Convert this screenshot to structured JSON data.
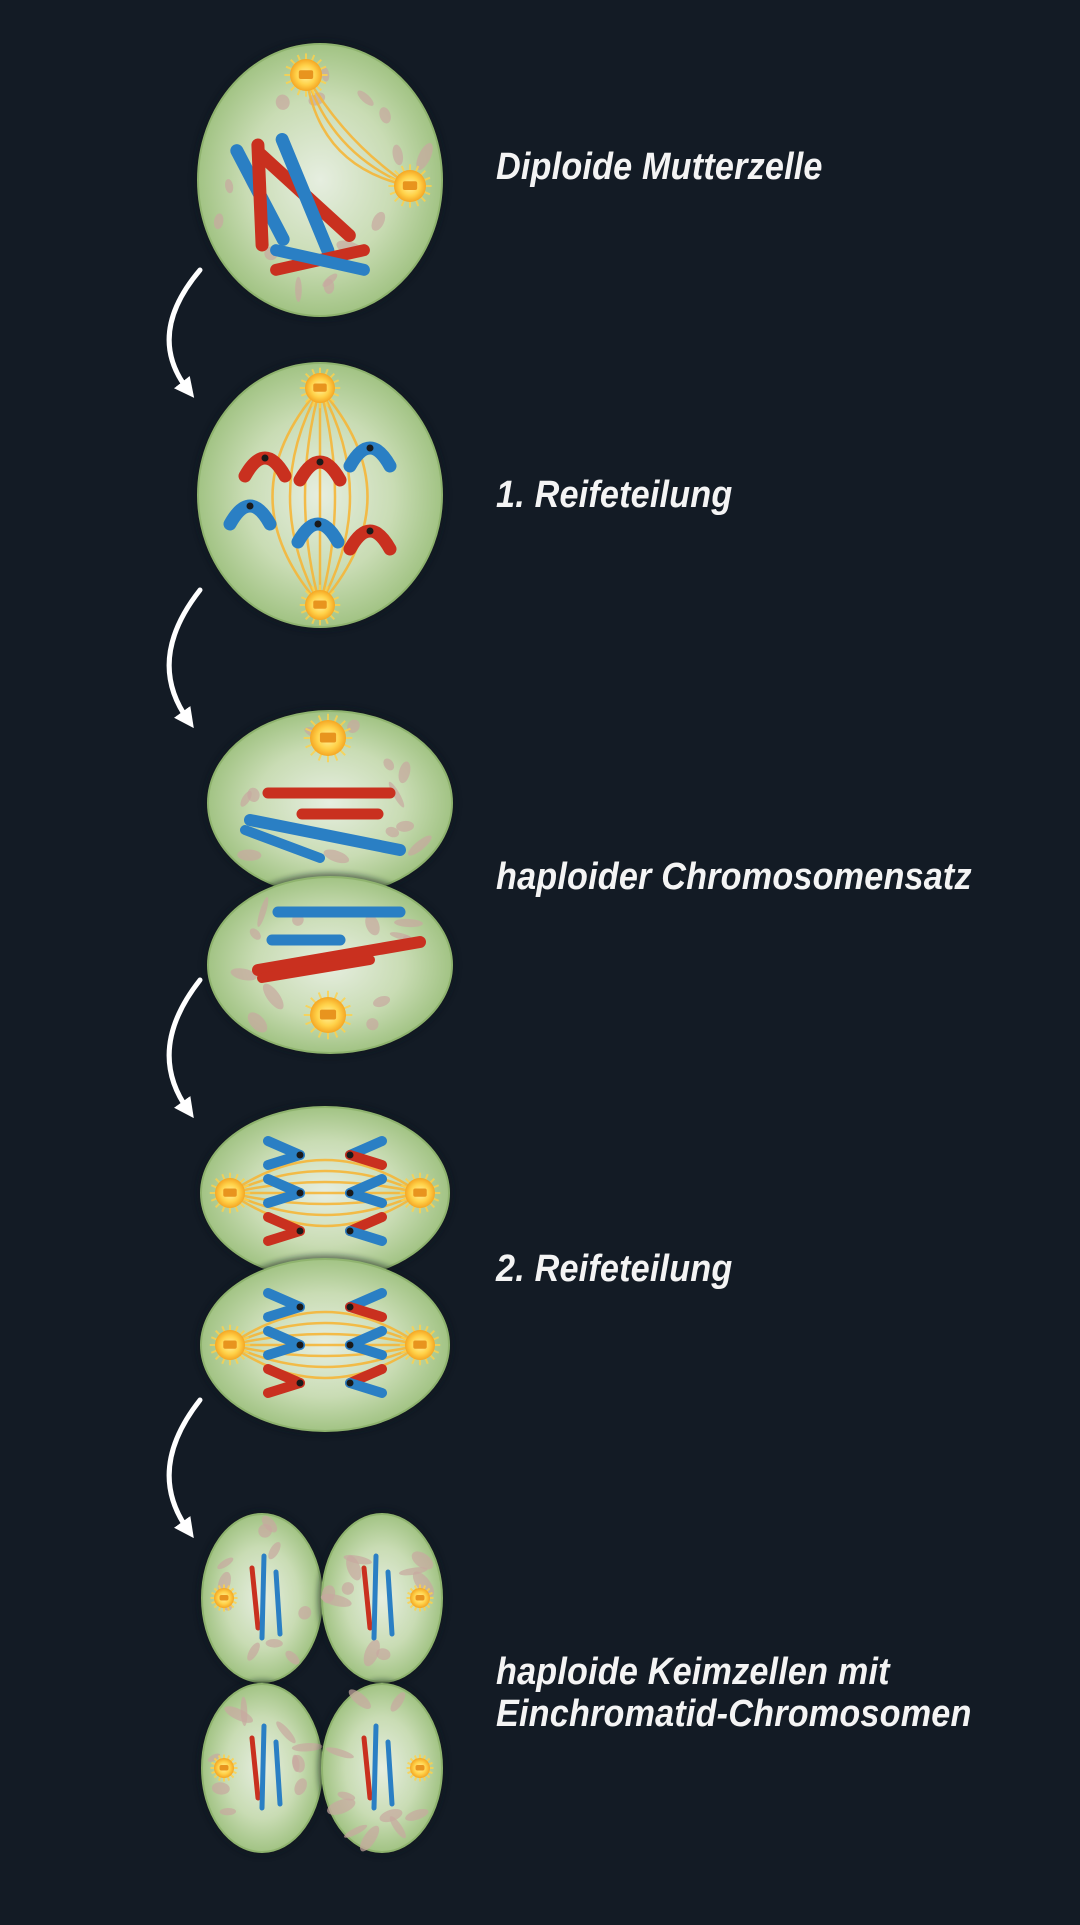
{
  "colors": {
    "background": "#131b25",
    "cell_fill": "#a8c98a",
    "cell_center": "#e6eee0",
    "chromosome_red": "#c9301f",
    "chromosome_blue": "#2a7fc4",
    "spindle": "#f5b638",
    "centrosome": "#ffd24a",
    "organelle": "#c8a8a0",
    "arrow": "#ffffff",
    "label_text": "#f4f4f4"
  },
  "stages": [
    {
      "id": "mother-cell",
      "label_lines": [
        "Diploide Mutterzelle"
      ]
    },
    {
      "id": "meiosis-1",
      "label_lines": [
        "1. Reifeteilung"
      ]
    },
    {
      "id": "haploid-set",
      "label_lines": [
        "haploider Chromosomensatz"
      ]
    },
    {
      "id": "meiosis-2",
      "label_lines": [
        "2. Reifeteilung"
      ]
    },
    {
      "id": "germ-cells",
      "label_lines": [
        "haploide Keimzellen mit",
        "Einchromatid-Chromosomen"
      ]
    }
  ],
  "arrows": {
    "count": 4,
    "icon": "curved-arrow-down-icon"
  }
}
